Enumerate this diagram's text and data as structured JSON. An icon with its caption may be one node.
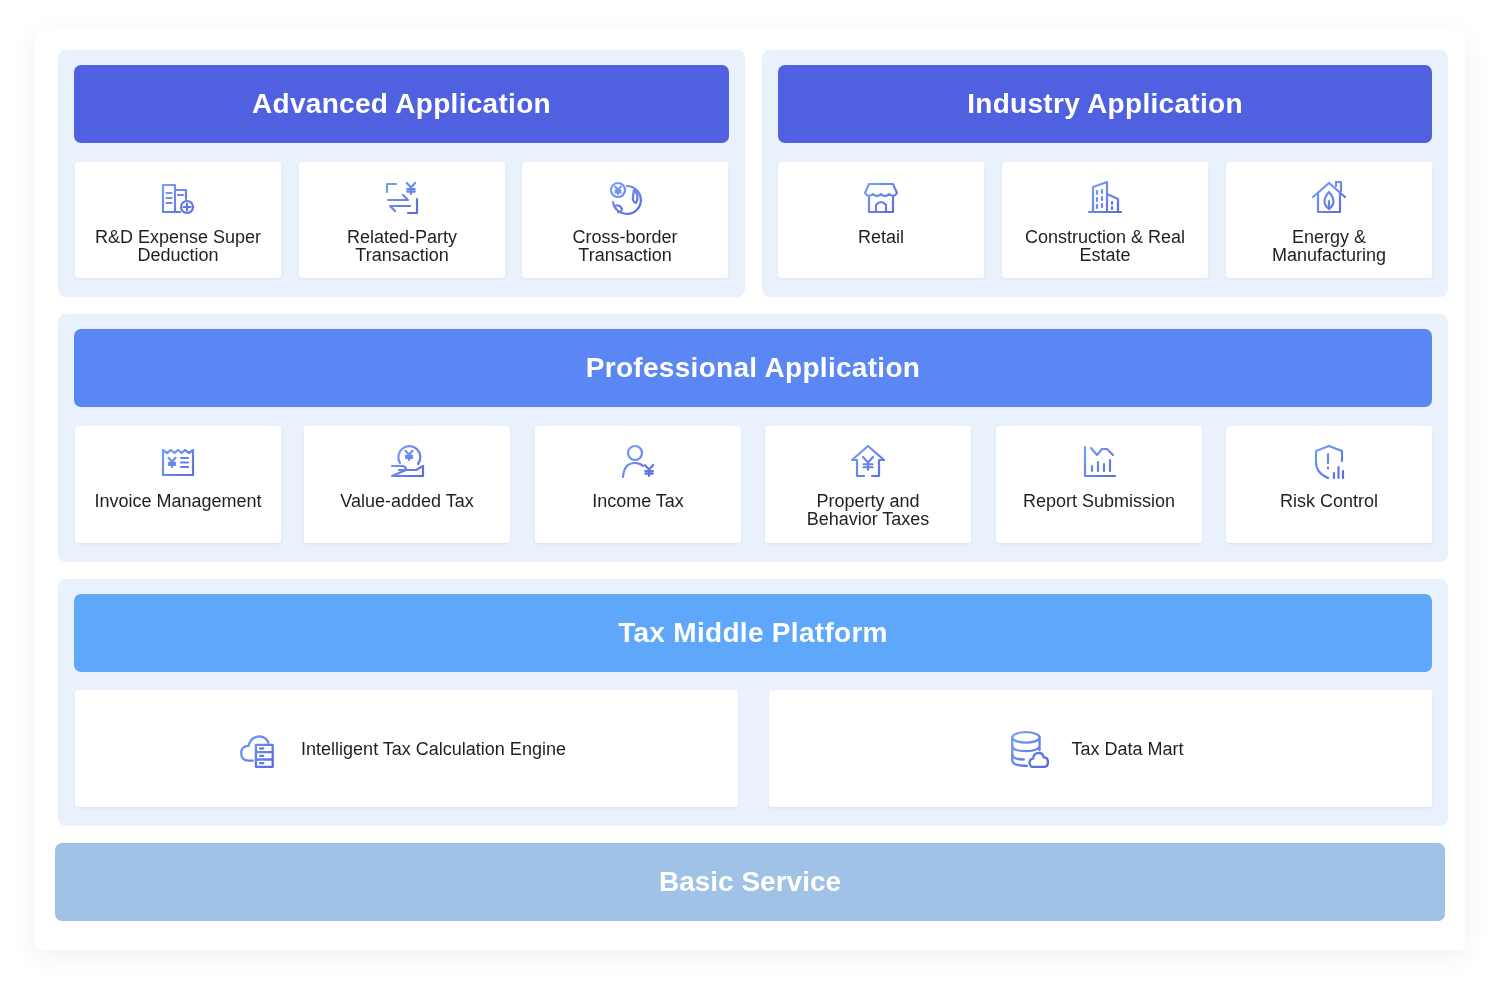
{
  "diagram": {
    "nodes": [
      {
        "text": [
          "Advanced Application"
        ]
      },
      {
        "text": [
          "R&D Expense Super Deduction"
        ],
        "in": 0
      },
      {
        "text": [
          "Related-Party Transaction"
        ],
        "in": 0
      },
      {
        "text": [
          "Cross-border Transaction"
        ],
        "in": 0
      },
      {
        "text": [
          "Industry Application"
        ]
      },
      {
        "text": [
          "Retail"
        ],
        "in": 4
      },
      {
        "text": [
          "Construction & Real Estate"
        ],
        "in": 4
      },
      {
        "text": [
          "Energy & Manufacturing"
        ],
        "in": 4
      },
      {
        "text": [
          "Professional Application"
        ]
      },
      {
        "text": [
          "Invoice Management"
        ],
        "in": 8
      },
      {
        "text": [
          "Value-added Tax"
        ],
        "in": 8
      },
      {
        "text": [
          "Income Tax"
        ],
        "in": 8
      },
      {
        "text": [
          "Property and Behavior Taxes"
        ],
        "in": 8
      },
      {
        "text": [
          "Report Submission"
        ],
        "in": 8
      },
      {
        "text": [
          "Risk Control"
        ],
        "in": 8
      },
      {
        "text": [
          "Tax Middle Platform"
        ]
      },
      {
        "text": [
          "Intelligent Tax Calculation Engine"
        ],
        "in": 15
      },
      {
        "text": [
          "Tax Data Mart"
        ],
        "in": 15
      },
      {
        "text": [
          "Basic Service"
        ]
      }
    ]
  }
}
